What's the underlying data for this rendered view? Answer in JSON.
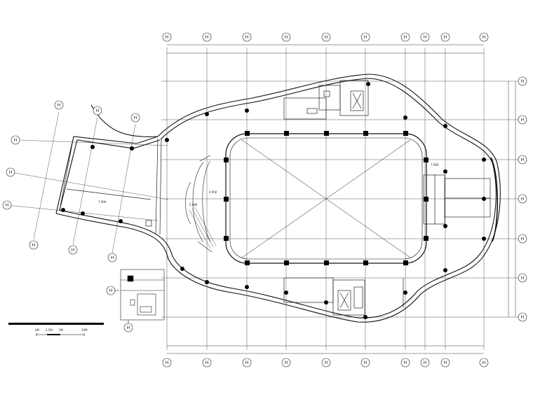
{
  "drawing": {
    "axis_top_labels": [
      "H",
      "H",
      "H",
      "H",
      "H",
      "H",
      "H",
      "H",
      "H",
      "H"
    ],
    "axis_bottom_labels": [
      "H",
      "H",
      "H",
      "H",
      "H",
      "H",
      "H",
      "H",
      "H",
      "H"
    ],
    "axis_right_labels": [
      "H",
      "H",
      "H",
      "H",
      "H",
      "H"
    ],
    "axis_left_wing_labels": [
      "H",
      "H",
      "H",
      "H",
      "H",
      "H",
      "H",
      "H"
    ],
    "axis_inset_labels": [
      "H",
      "H"
    ],
    "dimension_labels": [
      "7.000",
      "4.950",
      "5.000",
      "7.000"
    ],
    "scale_bar_labels": [
      "0M",
      "2.5M",
      "5M",
      "10M"
    ]
  }
}
